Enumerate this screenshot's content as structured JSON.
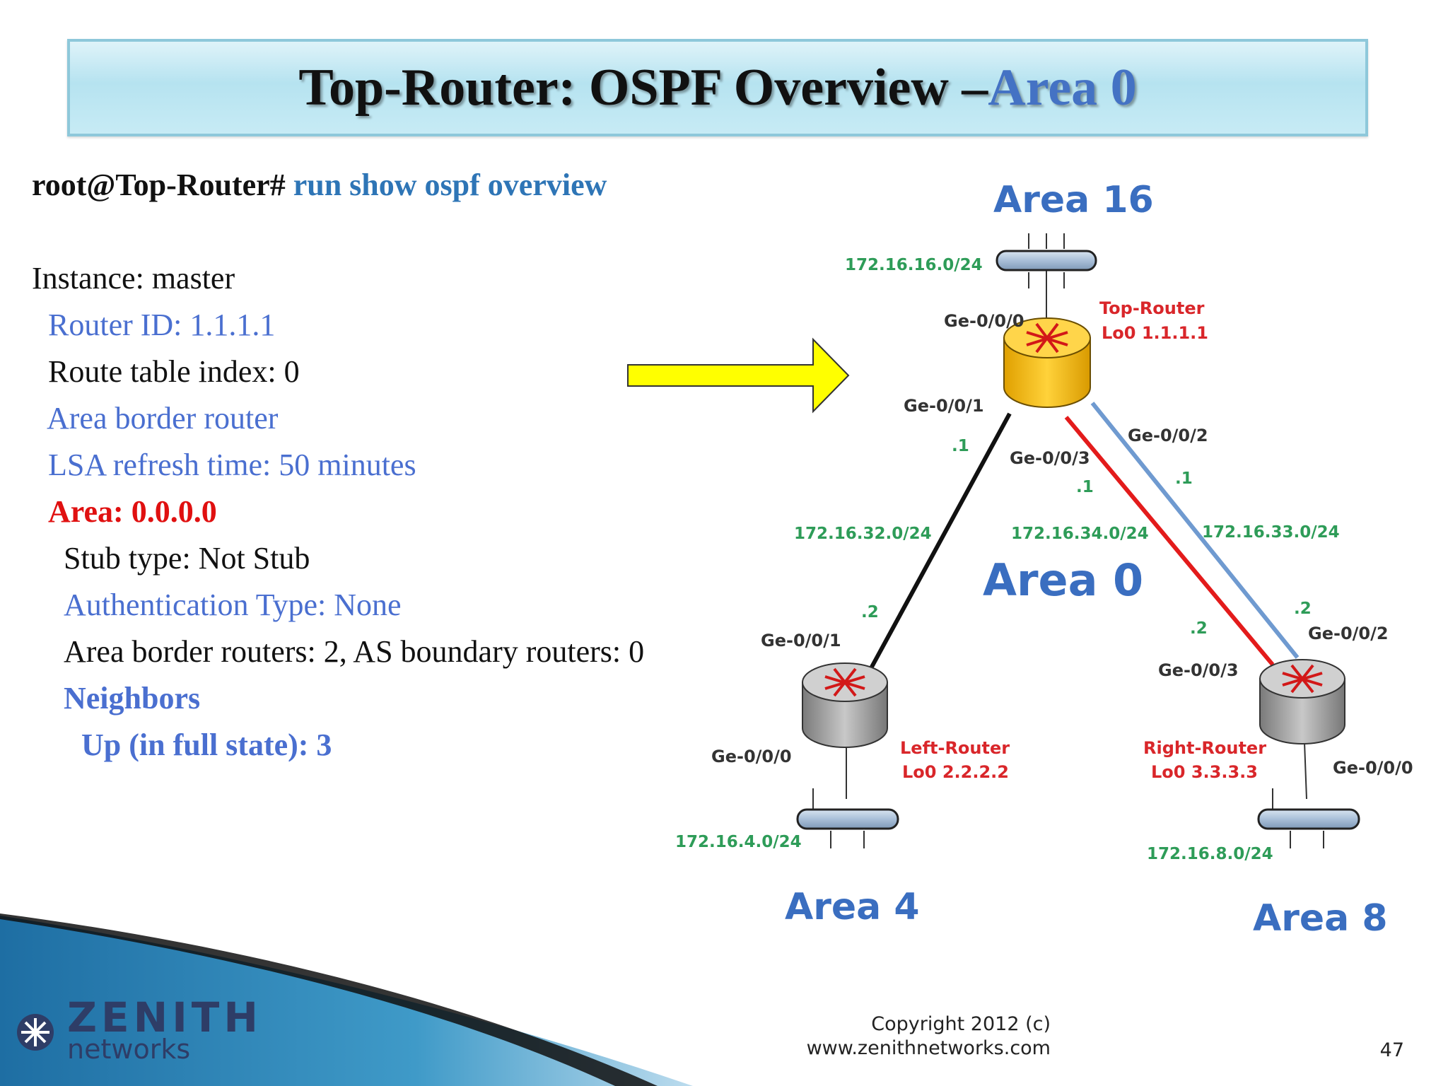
{
  "title": {
    "main": "Top-Router: OSPF Overview – ",
    "accent": "Area 0"
  },
  "cli": {
    "prompt": "root@Top-Router#",
    "command": "run show ospf overview",
    "lines": [
      "Instance: master",
      "Router ID: 1.1.1.1",
      "Route table index: 0",
      "Area border router",
      "LSA refresh time: 50 minutes",
      "Area: 0.0.0.0",
      "Stub type: Not Stub",
      "Authentication Type: None",
      "Area border routers: 2, AS boundary routers: 0",
      "Neighbors",
      "Up (in full state): 3"
    ]
  },
  "diagram": {
    "areas": {
      "top": "Area 16",
      "center": "Area 0",
      "left": "Area 4",
      "right": "Area 8"
    },
    "networks": {
      "top": "172.16.16.0/24",
      "left_link": "172.16.32.0/24",
      "center_link": "172.16.34.0/24",
      "right_link": "172.16.33.0/24",
      "left": "172.16.4.0/24",
      "right": "172.16.8.0/24"
    },
    "routers": {
      "top": {
        "name": "Top-Router",
        "loopback": "Lo0 1.1.1.1"
      },
      "left": {
        "name": "Left-Router",
        "loopback": "Lo0 2.2.2.2"
      },
      "right": {
        "name": "Right-Router",
        "loopback": "Lo0 3.3.3.3"
      }
    },
    "interfaces": {
      "top_ge000": "Ge-0/0/0",
      "top_ge001": "Ge-0/0/1",
      "top_ge002": "Ge-0/0/2",
      "top_ge003": "Ge-0/0/3",
      "left_ge001": "Ge-0/0/1",
      "left_ge000": "Ge-0/0/0",
      "right_ge003": "Ge-0/0/3",
      "right_ge002": "Ge-0/0/2",
      "right_ge000": "Ge-0/0/0"
    },
    "host_ids": {
      "top_left": ".1",
      "top_center": ".1",
      "top_right": ".1",
      "left": ".2",
      "right_center": ".2",
      "right": ".2"
    },
    "colors": {
      "link_left": "#111111",
      "link_center": "#e31b1b",
      "link_right": "#6f9ad0",
      "top_router": "#f5b800",
      "other_router": "#9e9e9e",
      "arrow": "#ffff00"
    }
  },
  "logo": {
    "word": "ZENITH",
    "sub": "networks"
  },
  "footer": {
    "copyright": "Copyright 2012 (c)",
    "website": "www.zenithnetworks.com",
    "page": "47"
  }
}
